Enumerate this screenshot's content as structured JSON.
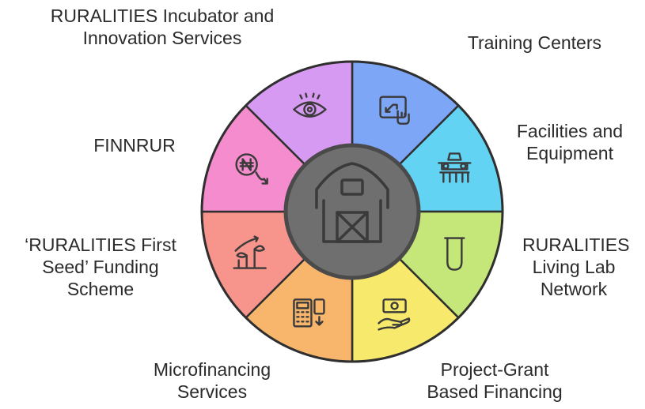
{
  "diagram": {
    "center": {
      "icon": "barn-icon",
      "color": "#6f6f6f"
    },
    "segments": [
      {
        "id": "training-centers",
        "label_lines": [
          "Training Centers"
        ],
        "color": "#7ea6f6",
        "icon": "touchscreen-icon"
      },
      {
        "id": "facilities-and-equipment",
        "label_lines": [
          "Facilities and",
          "Equipment"
        ],
        "color": "#63d3f3",
        "icon": "tractor-icon"
      },
      {
        "id": "ruralities-living-lab-network",
        "label_lines": [
          "RURALITIES",
          "Living Lab",
          "Network"
        ],
        "color": "#c5e678",
        "icon": "test-tube-icon"
      },
      {
        "id": "project-grant-based-financing",
        "label_lines": [
          "Project-Grant",
          "Based Financing"
        ],
        "color": "#f7e96b",
        "icon": "money-hand-icon"
      },
      {
        "id": "microfinancing-services",
        "label_lines": [
          "Microfinancing",
          "Services"
        ],
        "color": "#f8b66d",
        "icon": "calculator-card-icon"
      },
      {
        "id": "ruralities-first-seed-funding-scheme",
        "label_lines": [
          "‘RURALITIES First",
          "Seed’ Funding",
          "Scheme"
        ],
        "color": "#f7948c",
        "icon": "growing-plant-icon"
      },
      {
        "id": "finnrur",
        "label_lines": [
          "FINNRUR"
        ],
        "color": "#f48ccd",
        "icon": "naira-trend-icon"
      },
      {
        "id": "ruralities-incubator-and-innovation-services",
        "label_lines": [
          "RURALITIES Incubator and",
          "Innovation Services"
        ],
        "color": "#d69af2",
        "icon": "eye-vision-icon"
      }
    ]
  }
}
